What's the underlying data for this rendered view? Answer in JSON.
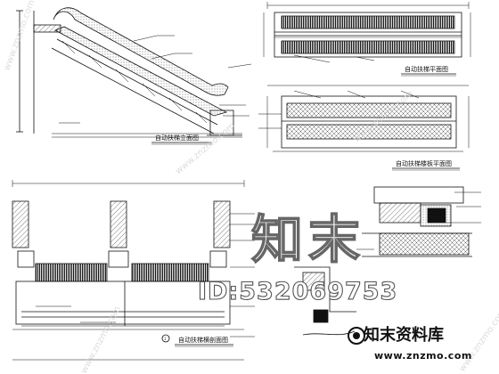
{
  "drawings": {
    "elevation_title": "自动扶梯立面图",
    "plan_title": "自动扶梯平面图",
    "floor_plan_title": "自动扶梯楼板平面图",
    "section_title": "自动扶梯横剖面图",
    "section_marker": "1"
  },
  "watermark": {
    "main": "知末",
    "id_text": "ID:532069753",
    "brand": "知末资料库",
    "url": "www.znzmo.com",
    "faint": "www.znzmo.com"
  }
}
